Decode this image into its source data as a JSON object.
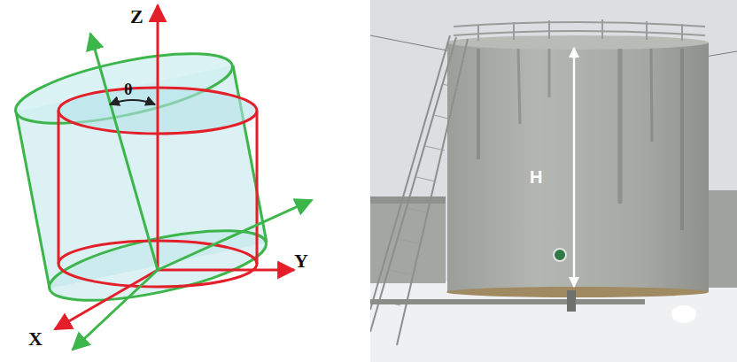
{
  "diagram": {
    "labels": [
      "Z",
      "θ",
      "Y",
      "X",
      "H"
    ]
  }
}
